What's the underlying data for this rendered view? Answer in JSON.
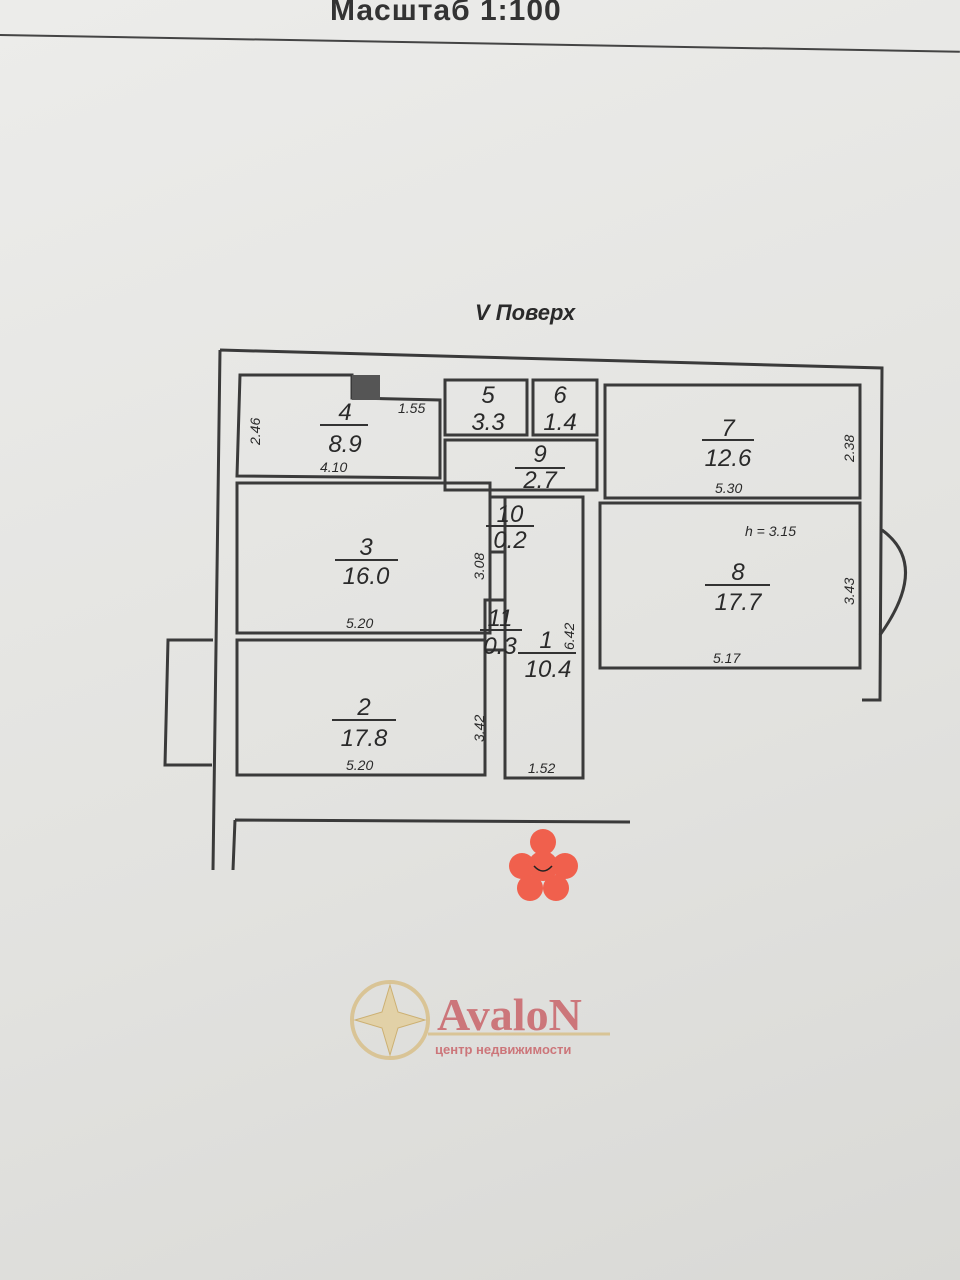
{
  "header": {
    "scale": "Масштаб 1:100"
  },
  "floor_label": "V Поверх",
  "height_note": "h = 3.15",
  "rooms": [
    {
      "id": "1",
      "area": "10.4"
    },
    {
      "id": "2",
      "area": "17.8"
    },
    {
      "id": "3",
      "area": "16.0"
    },
    {
      "id": "4",
      "area": "8.9"
    },
    {
      "id": "5",
      "area": "3.3"
    },
    {
      "id": "6",
      "area": "1.4"
    },
    {
      "id": "7",
      "area": "12.6"
    },
    {
      "id": "8",
      "area": "17.7"
    },
    {
      "id": "9",
      "area": "2.7"
    },
    {
      "id": "10",
      "area": "0.2"
    },
    {
      "id": "11",
      "area": "0.3"
    }
  ],
  "dimensions": {
    "r4_h": "2.46",
    "r4_w": "4.10",
    "r4_notch": "1.55",
    "r7_h": "2.38",
    "r7_w": "5.30",
    "r3_h": "3.08",
    "r3_w": "5.20",
    "r1_h": "6.42",
    "r1_w": "1.52",
    "r8_h": "3.43",
    "r8_w": "5.17",
    "r2_h": "3.42",
    "r2_w": "5.20"
  },
  "logo": {
    "name": "AvaloN",
    "tagline": "центр недвижимости"
  },
  "colors": {
    "wall": "#3a3a3a",
    "logo": "#c9646a",
    "sticker": "#f0604d"
  }
}
